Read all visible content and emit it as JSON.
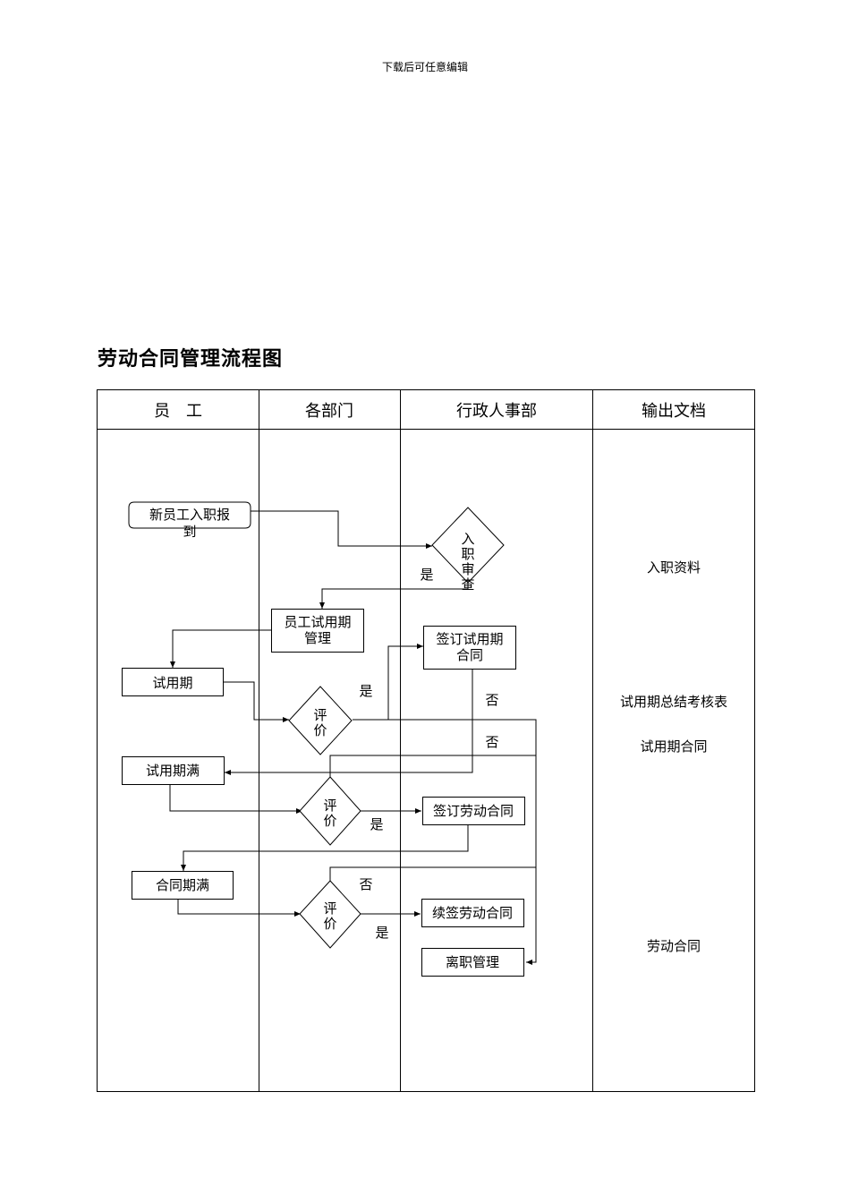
{
  "header_note": "下载后可任意编辑",
  "title": "劳动合同管理流程图",
  "columns": [
    "员　工",
    "各部门",
    "行政人事部",
    "输出文档"
  ],
  "nodes": {
    "new_employee": "新员工入职报到",
    "onboard_review": "入职审查",
    "probation_mgmt": "员工试用期管理",
    "sign_probation": "签订试用期合同",
    "probation": "试用期",
    "eval1": "评价",
    "probation_end": "试用期满",
    "eval2": "评价",
    "sign_labor": "签订劳动合同",
    "contract_end": "合同期满",
    "eval3": "评价",
    "renew_labor": "续签劳动合同",
    "resign_mgmt": "离职管理"
  },
  "edge_labels": {
    "yes1": "是",
    "yes2": "是",
    "no1": "否",
    "no2": "否",
    "yes3": "是",
    "no3": "否",
    "yes4": "是"
  },
  "outputs": [
    "入职资料",
    "试用期总结考核表",
    "试用期合同",
    "劳动合同"
  ]
}
